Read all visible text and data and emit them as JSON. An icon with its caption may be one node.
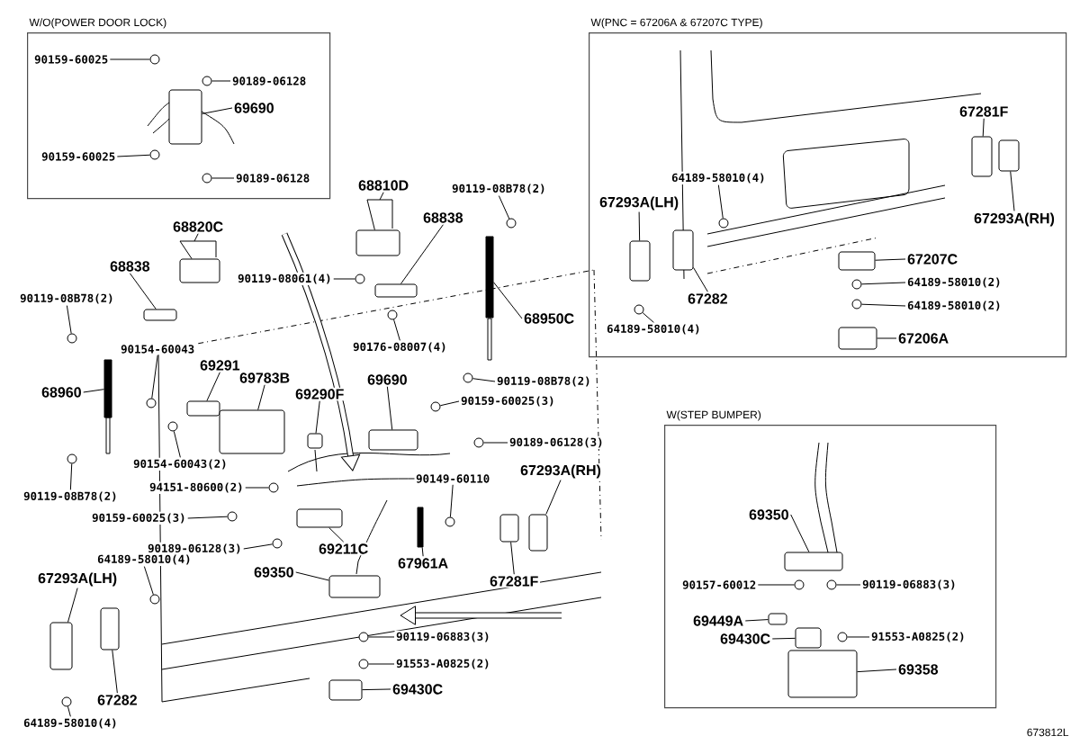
{
  "diagram": {
    "nodes": [
      {
        "text": [
          "W/O(POWER DOOR LOCK)"
        ]
      },
      {
        "text": [
          "90159-60025"
        ],
        "in": 0
      },
      {
        "text": [
          "90189-06128"
        ],
        "in": 0
      },
      {
        "text": [
          "69690"
        ],
        "in": 0
      },
      {
        "text": [
          "90159-60025"
        ],
        "in": 0
      },
      {
        "text": [
          "90189-06128"
        ],
        "in": 0
      },
      {
        "text": [
          "W(PNC = 67206A & 67207C TYPE)"
        ]
      },
      {
        "text": [
          "67281F"
        ],
        "in": 6
      },
      {
        "text": [
          "64189-58010(4)"
        ],
        "in": 6
      },
      {
        "text": [
          "67293A(LH)"
        ],
        "in": 6
      },
      {
        "text": [
          "67293A(RH)"
        ],
        "in": 6
      },
      {
        "text": [
          "67207C"
        ],
        "in": 6
      },
      {
        "text": [
          "64189-58010(2)"
        ],
        "in": 6
      },
      {
        "text": [
          "64189-58010(2)"
        ],
        "in": 6
      },
      {
        "text": [
          "67282"
        ],
        "in": 6
      },
      {
        "text": [
          "64189-58010(4)"
        ],
        "in": 6
      },
      {
        "text": [
          "67206A"
        ],
        "in": 6
      },
      {
        "text": [
          "68810D"
        ]
      },
      {
        "text": [
          "90119-08B78(2)"
        ]
      },
      {
        "text": [
          "68838"
        ]
      },
      {
        "text": [
          "68820C"
        ]
      },
      {
        "text": [
          "68838"
        ]
      },
      {
        "text": [
          "90119-08061(4)"
        ]
      },
      {
        "text": [
          "90119-08B78(2)"
        ]
      },
      {
        "text": [
          "68950C"
        ]
      },
      {
        "text": [
          "90176-08007(4)"
        ]
      },
      {
        "text": [
          "90154-60043"
        ]
      },
      {
        "text": [
          "69291"
        ]
      },
      {
        "text": [
          "69783B"
        ]
      },
      {
        "text": [
          "69290F"
        ]
      },
      {
        "text": [
          "69690"
        ]
      },
      {
        "text": [
          "68960"
        ]
      },
      {
        "text": [
          "90119-08B78(2)"
        ]
      },
      {
        "text": [
          "90159-60025(3)"
        ]
      },
      {
        "text": [
          "90189-06128(3)"
        ]
      },
      {
        "text": [
          "90149-60110"
        ]
      },
      {
        "text": [
          "90154-60043(2)"
        ]
      },
      {
        "text": [
          "67293A(RH)"
        ]
      },
      {
        "text": [
          "94151-80600(2)"
        ]
      },
      {
        "text": [
          "90119-08B78(2)"
        ]
      },
      {
        "text": [
          "90159-60025(3)"
        ]
      },
      {
        "text": [
          "90189-06128(3)"
        ]
      },
      {
        "text": [
          "69211C"
        ]
      },
      {
        "text": [
          "64189-58010(4)"
        ]
      },
      {
        "text": [
          "69350"
        ]
      },
      {
        "text": [
          "67961A"
        ]
      },
      {
        "text": [
          "67293A(LH)"
        ]
      },
      {
        "text": [
          "67281F"
        ]
      },
      {
        "text": [
          "90119-06883(3)"
        ]
      },
      {
        "text": [
          "91553-A0825(2)"
        ]
      },
      {
        "text": [
          "69430C"
        ]
      },
      {
        "text": [
          "67282"
        ]
      },
      {
        "text": [
          "64189-58010(4)"
        ]
      },
      {
        "text": [
          "W(STEP BUMPER)"
        ]
      },
      {
        "text": [
          "69350"
        ],
        "in": 53
      },
      {
        "text": [
          "90157-60012"
        ],
        "in": 53
      },
      {
        "text": [
          "90119-06883(3)"
        ],
        "in": 53
      },
      {
        "text": [
          "69449A"
        ],
        "in": 53
      },
      {
        "text": [
          "69430C"
        ],
        "in": 53
      },
      {
        "text": [
          "91553-A0825(2)"
        ],
        "in": 53
      },
      {
        "text": [
          "69358"
        ],
        "in": 53
      },
      {
        "text": [],
        "shape": "circle",
        "in": 0
      },
      {
        "text": [],
        "shape": "circle",
        "in": 0
      },
      {
        "text": [],
        "shape": "box",
        "in": 0
      },
      {
        "text": [],
        "shape": "circle",
        "in": 0
      },
      {
        "text": [],
        "shape": "circle",
        "in": 0
      },
      {
        "text": [],
        "shape": "box",
        "in": 6
      },
      {
        "text": [],
        "shape": "circle",
        "in": 6
      },
      {
        "text": [],
        "shape": "box",
        "in": 6
      },
      {
        "text": [],
        "shape": "box",
        "in": 6
      },
      {
        "text": [],
        "shape": "box",
        "in": 6
      },
      {
        "text": [],
        "shape": "circle",
        "in": 6
      },
      {
        "text": [],
        "shape": "circle",
        "in": 6
      },
      {
        "text": [],
        "shape": "box",
        "in": 6
      },
      {
        "text": [],
        "shape": "circle",
        "in": 6
      },
      {
        "text": [],
        "shape": "box",
        "in": 6
      },
      {
        "text": [],
        "shape": "box"
      },
      {
        "text": [],
        "shape": "circle"
      },
      {
        "text": [],
        "shape": "box"
      },
      {
        "text": [],
        "shape": "box"
      },
      {
        "text": [],
        "shape": "box"
      },
      {
        "text": [],
        "shape": "circle"
      },
      {
        "text": [],
        "shape": "circle"
      },
      {
        "text": [],
        "shape": "bar"
      },
      {
        "text": [],
        "shape": "circle"
      },
      {
        "text": [],
        "shape": "circle"
      },
      {
        "text": [],
        "shape": "box"
      },
      {
        "text": [],
        "shape": "box"
      },
      {
        "text": [],
        "shape": "box"
      },
      {
        "text": [],
        "shape": "box"
      },
      {
        "text": [],
        "shape": "bar"
      },
      {
        "text": [],
        "shape": "circle"
      },
      {
        "text": [],
        "shape": "circle"
      },
      {
        "text": [],
        "shape": "circle"
      },
      {
        "text": [],
        "shape": "circle"
      },
      {
        "text": [],
        "shape": "circle"
      },
      {
        "text": [],
        "shape": "box"
      },
      {
        "text": [],
        "shape": "circle"
      },
      {
        "text": [],
        "shape": "circle"
      },
      {
        "text": [],
        "shape": "circle"
      },
      {
        "text": [],
        "shape": "circle"
      },
      {
        "text": [],
        "shape": "box"
      },
      {
        "text": [],
        "shape": "circle"
      },
      {
        "text": [],
        "shape": "box"
      },
      {
        "text": [],
        "shape": "bar"
      },
      {
        "text": [],
        "shape": "box"
      },
      {
        "text": [],
        "shape": "box"
      },
      {
        "text": [],
        "shape": "circle"
      },
      {
        "text": [],
        "shape": "circle"
      },
      {
        "text": [],
        "shape": "box"
      },
      {
        "text": [],
        "shape": "box"
      },
      {
        "text": [],
        "shape": "circle"
      },
      {
        "text": [],
        "shape": "box",
        "in": 53
      },
      {
        "text": [],
        "shape": "circle",
        "in": 53
      },
      {
        "text": [],
        "shape": "circle",
        "in": 53
      },
      {
        "text": [],
        "shape": "box",
        "in": 53
      },
      {
        "text": [],
        "shape": "box",
        "in": 53
      },
      {
        "text": [],
        "shape": "circle",
        "in": 53
      },
      {
        "text": [],
        "shape": "box",
        "in": 53
      }
    ],
    "edges": [
      {
        "from": 1,
        "to": 61,
        "arrow": "none"
      },
      {
        "from": 2,
        "to": 62,
        "arrow": "none"
      },
      {
        "from": 3,
        "to": 63,
        "arrow": "none"
      },
      {
        "from": 4,
        "to": 64,
        "arrow": "none"
      },
      {
        "from": 5,
        "to": 65,
        "arrow": "none"
      },
      {
        "from": 7,
        "to": 66,
        "arrow": "none"
      },
      {
        "from": 8,
        "to": 67,
        "arrow": "none"
      },
      {
        "from": 9,
        "to": 68,
        "arrow": "none"
      },
      {
        "from": 10,
        "to": 69,
        "arrow": "none"
      },
      {
        "from": 11,
        "to": 70,
        "arrow": "none"
      },
      {
        "from": 12,
        "to": 71,
        "arrow": "none"
      },
      {
        "from": 13,
        "to": 72,
        "arrow": "none"
      },
      {
        "from": 14,
        "to": 73,
        "arrow": "none"
      },
      {
        "from": 15,
        "to": 74,
        "arrow": "none"
      },
      {
        "from": 16,
        "to": 75,
        "arrow": "none"
      },
      {
        "from": 17,
        "to": 76,
        "arrow": "none"
      },
      {
        "from": 18,
        "to": 77,
        "arrow": "none"
      },
      {
        "from": 19,
        "to": 78,
        "arrow": "none"
      },
      {
        "from": 20,
        "to": 79,
        "arrow": "none"
      },
      {
        "from": 21,
        "to": 80,
        "arrow": "none"
      },
      {
        "from": 22,
        "to": 81,
        "arrow": "none"
      },
      {
        "from": 23,
        "to": 82,
        "arrow": "none"
      },
      {
        "from": 24,
        "to": 83,
        "arrow": "none"
      },
      {
        "from": 25,
        "to": 84,
        "arrow": "none"
      },
      {
        "from": 26,
        "to": 85,
        "arrow": "none"
      },
      {
        "from": 27,
        "to": 86,
        "arrow": "none"
      },
      {
        "from": 28,
        "to": 87,
        "arrow": "none"
      },
      {
        "from": 29,
        "to": 88,
        "arrow": "none"
      },
      {
        "from": 30,
        "to": 89,
        "arrow": "none"
      },
      {
        "from": 31,
        "to": 90,
        "arrow": "none"
      },
      {
        "from": 32,
        "to": 91,
        "arrow": "none"
      },
      {
        "from": 33,
        "to": 92,
        "arrow": "none"
      },
      {
        "from": 34,
        "to": 93,
        "arrow": "none"
      },
      {
        "from": 35,
        "to": 94,
        "arrow": "none"
      },
      {
        "from": 36,
        "to": 95,
        "arrow": "none"
      },
      {
        "from": 37,
        "to": 96,
        "arrow": "none"
      },
      {
        "from": 38,
        "to": 97,
        "arrow": "none"
      },
      {
        "from": 39,
        "to": 98,
        "arrow": "none"
      },
      {
        "from": 40,
        "to": 99,
        "arrow": "none"
      },
      {
        "from": 41,
        "to": 100,
        "arrow": "none"
      },
      {
        "from": 42,
        "to": 101,
        "arrow": "none"
      },
      {
        "from": 43,
        "to": 102,
        "arrow": "none"
      },
      {
        "from": 44,
        "to": 103,
        "arrow": "none"
      },
      {
        "from": 45,
        "to": 104,
        "arrow": "none"
      },
      {
        "from": 46,
        "to": 105,
        "arrow": "none"
      },
      {
        "from": 47,
        "to": 106,
        "arrow": "none"
      },
      {
        "from": 48,
        "to": 107,
        "arrow": "none"
      },
      {
        "from": 49,
        "to": 108,
        "arrow": "none"
      },
      {
        "from": 50,
        "to": 109,
        "arrow": "none"
      },
      {
        "from": 51,
        "to": 110,
        "arrow": "none"
      },
      {
        "from": 52,
        "to": 111,
        "arrow": "none"
      },
      {
        "from": 54,
        "to": 112,
        "arrow": "none"
      },
      {
        "from": 55,
        "to": 113,
        "arrow": "none"
      },
      {
        "from": 56,
        "to": 114,
        "arrow": "none"
      },
      {
        "from": 57,
        "to": 115,
        "arrow": "none"
      },
      {
        "from": 58,
        "to": 116,
        "arrow": "none"
      },
      {
        "from": 59,
        "to": 117,
        "arrow": "none"
      },
      {
        "from": 60,
        "to": 118,
        "arrow": "none"
      }
    ],
    "labels": [
      "673812L"
    ]
  }
}
